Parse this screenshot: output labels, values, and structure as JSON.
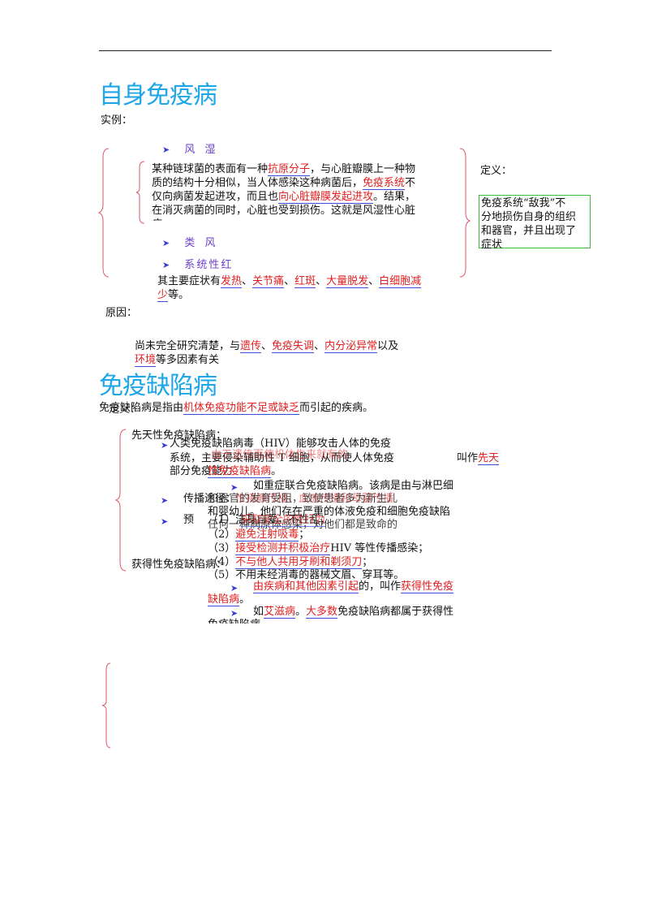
{
  "doc": {
    "title1": "自身免疫病",
    "examples_label": "实例：",
    "rheumatic": {
      "arrow": "➤",
      "label": "风 湿",
      "lines": [
        [
          "某种链球菌的表面有一种",
          "抗原分子",
          "，与心脏瓣膜上一种物"
        ],
        [
          "质的结构十分相似，当人体感染这种病菌后，",
          "免疫系统",
          "不"
        ],
        [
          "仅向病菌发起进攻，而且也",
          "向心脏瓣膜发起进攻",
          "。结果，"
        ],
        [
          "在消灭病菌的同时，心脏也受到损伤。这就是风湿性心脏"
        ],
        [
          "病"
        ]
      ]
    },
    "rheumatoid": {
      "arrow": "➤",
      "label": "类 风"
    },
    "lupus": {
      "arrow": "➤",
      "label": "系统性红",
      "line1_prefix": "其主要症状有",
      "symptoms": [
        "发热",
        "关节痛",
        "红斑",
        "大量脱发",
        "白细胞减"
      ],
      "sep": "、",
      "line2_red": "少",
      "line2_suffix": "等。"
    },
    "definition": {
      "label": "定义：",
      "box_lines": [
        "免疫系统“敌我”不",
        "分地损伤自身的组织",
        "和器官，并且出现了",
        "症状"
      ]
    },
    "cause": {
      "label": "原因：",
      "line1_prefix": "尚未完全研究清楚，与",
      "items": [
        "遗传",
        "免疫失调",
        "内分泌异常"
      ],
      "sep": "、",
      "line1_suffix": "以及",
      "line2_red": "环境",
      "line2_suffix": "等多因素有关"
    },
    "title2": "免疫缺陷病",
    "deficiency_def": {
      "prefix": "免疫缺陷病是指由",
      "red": "机体免疫功能不足或缺乏",
      "suffix": "而引起的疾病。",
      "overlap": "定义："
    },
    "congenital": {
      "label": "先天性免疫缺陷病：",
      "hiv_line1": "人类免疫缺陷病毒（HIV）能够攻击人体的免疫",
      "hiv_line2": "系统，主要侵染辅助性 T 细胞，从而使人体免疫",
      "overlap_line": "由于遗传而使机体生来就有的",
      "red_tail": "先天",
      "line3": "部分免疫能力",
      "line4_red": "性免疫缺陷病",
      "line4_end": "。",
      "scid_line1": "如重症联合免疫缺陷病。该病是由与淋巴细",
      "scid_line2": "和器官的发育受阻，致使患者多为新生儿",
      "scid_line3": "和婴幼儿。他们存在严重的体液免疫和细胞免疫缺陷",
      "scid_line4": "任何一种病原体感染，对他们都是致命的",
      "transmission_label": "传播途径：",
      "transmission_text": "性接触传播、血液传播和母婴传播",
      "prevent_label": "预",
      "prevent_mid": "防：",
      "measures": [
        "（1）洁身自爱，不性乱；",
        "（2）",
        "（3）",
        "（4）",
        "（5）不用未经消毒的器械文眉、穿耳等。"
      ],
      "m2_red": "避免注射吸毒",
      "m2_end": "；",
      "m3_red": "接受检测并积极治疗",
      "m3_end": "HIV 等性传播感染；",
      "m4_red": "不与他人共用牙刷和剃须刀",
      "m4_end": "；",
      "overlap_red": "采取安全的性行为"
    },
    "acquired": {
      "label": "获得性免疫缺陷病：",
      "line1_red": "由疾病和其他因素引起",
      "line1_mid": "的，叫作",
      "line1_red2": "获得性免疫",
      "line2_red": "缺陷病",
      "line2_end": "。",
      "line3_prefix": "如",
      "line3_red": "艾滋病",
      "line3_mid": "。",
      "line3_red2": "大多数",
      "line3_suffix": "免疫缺陷病都属于获得性",
      "line4": "免疫缺陷病"
    }
  }
}
